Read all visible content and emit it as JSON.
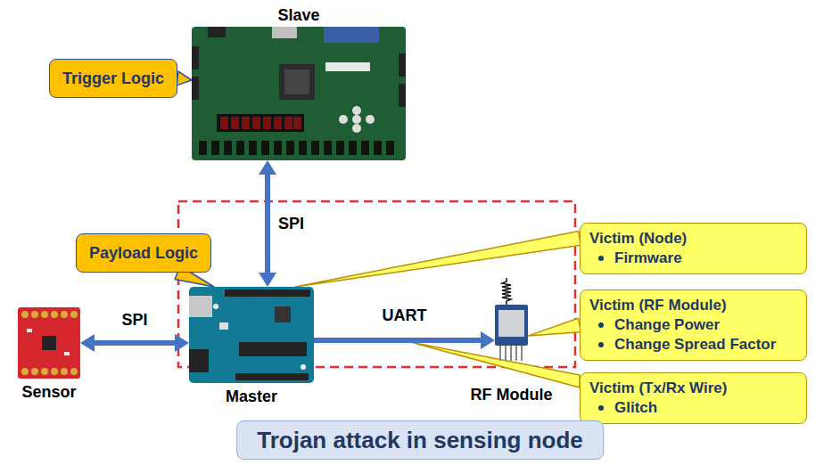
{
  "diagram": {
    "caption": "Trojan attack in sensing node",
    "nodes": [
      {
        "text": [
          "Slave"
        ]
      },
      {
        "text": [
          "Trigger Logic"
        ]
      },
      {
        "text": [
          "Victim (Node)",
          "Firmware"
        ]
      },
      {
        "text": [
          "Payload Logic"
        ]
      },
      {
        "text": [
          "Victim (RF Module)",
          "Change Power",
          "Change Spread Factor"
        ]
      },
      {
        "text": [
          "Sensor"
        ]
      },
      {
        "text": [
          "Master"
        ]
      },
      {
        "text": [
          "RF Module"
        ]
      },
      {
        "text": [
          "Victim (Tx/Rx Wire)",
          "Glitch"
        ]
      }
    ],
    "edges": [
      {
        "from": 0,
        "to": 6,
        "label": "SPI",
        "arrow": "both"
      },
      {
        "from": 5,
        "to": 6,
        "label": "SPI",
        "arrow": "both"
      },
      {
        "from": 6,
        "to": 7,
        "label": "UART",
        "arrow": "to"
      },
      {
        "from": 1,
        "to": 0,
        "arrow": "none"
      },
      {
        "from": 3,
        "to": 6,
        "arrow": "none"
      },
      {
        "from": 2,
        "to": 6,
        "arrow": "none"
      },
      {
        "from": 4,
        "to": 7,
        "arrow": "none"
      }
    ]
  }
}
